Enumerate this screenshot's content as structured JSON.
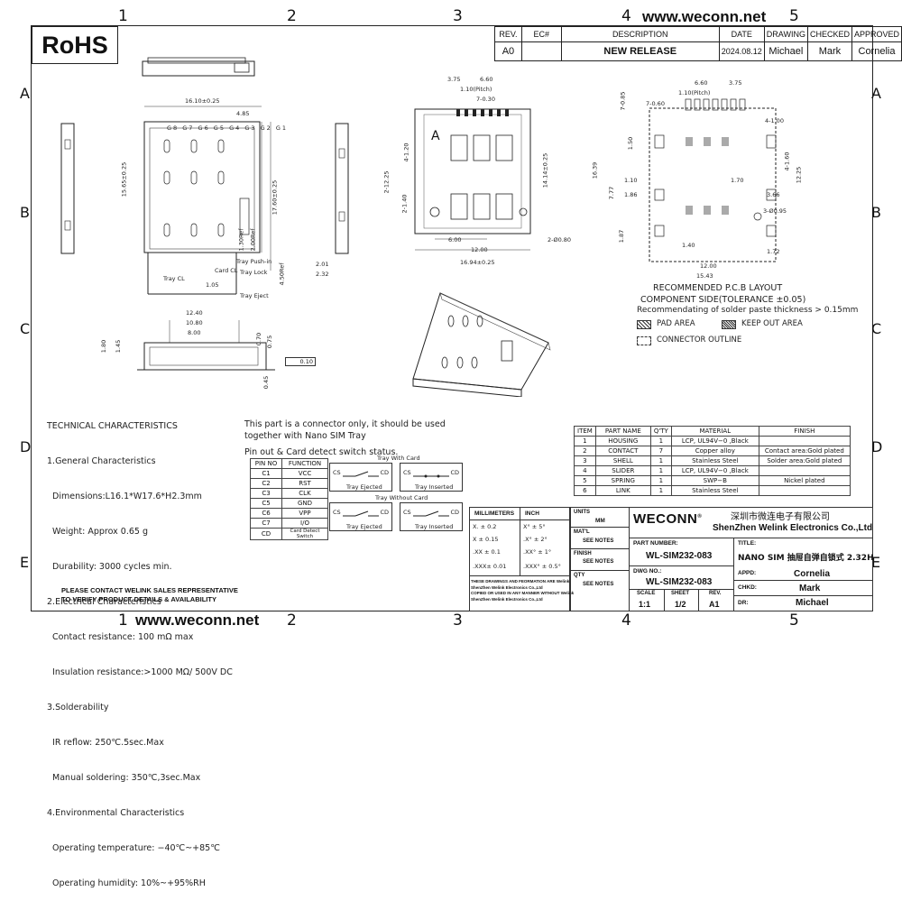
{
  "grid": {
    "cols": [
      "1",
      "2",
      "3",
      "4",
      "5"
    ],
    "rows": [
      "A",
      "B",
      "C",
      "D",
      "E"
    ]
  },
  "url": "www.weconn.net",
  "rohs": "RoHS",
  "revision_table": {
    "headers": [
      "REV.",
      "EC#",
      "DESCRIPTION",
      "DATE",
      "DRAWING",
      "CHECKED",
      "APPROVED"
    ],
    "row": [
      "A0",
      "",
      "NEW RELEASE",
      "2024.08.12",
      "Michael",
      "Mark",
      "Cornelia"
    ]
  },
  "dims": {
    "top": {
      "w": "16.10±0.25",
      "a": "4.85",
      "h": "15.65±0.25",
      "h2": "17.60±0.25",
      "r1": "1.30Ref",
      "r2": "2.00Ref",
      "r3": "4.50Ref",
      "b": "1.05",
      "pins": [
        "G8",
        "G7",
        "G6",
        "G5",
        "G4",
        "G3",
        "G2",
        "G1"
      ],
      "tp": "Tray Push-in",
      "tl": "Tray Lock",
      "te": "Tray Eject",
      "cl": "Tray CL",
      "ccl": "Card CL"
    },
    "side": {
      "a": "12.40",
      "b": "10.80",
      "c": "8.00",
      "d": "1.80",
      "e": "1.45",
      "f": "0.70",
      "g": "0.75",
      "h": "0.45",
      "flat": "0.10",
      "s1": "2.01",
      "s2": "2.32"
    },
    "front": {
      "a": "3.75",
      "b": "6.60",
      "c": "1.10(Pitch)",
      "d": "7-0.30",
      "e": "4-1.20",
      "f": "2-12.25",
      "g": "14.14±0.25",
      "h": "2-1.40",
      "i": "6.00",
      "j": "12.00",
      "k": "16.94±0.25",
      "l": "2-Ø0.80",
      "m": "A"
    },
    "pcb": {
      "a": "7-0.85",
      "b": "7-0.60",
      "c": "6.60",
      "d": "3.75",
      "e": "1.10(Pitch)",
      "f": "4-1.00",
      "g": "1.50",
      "h": "16.39",
      "i": "7.77",
      "j": "1.10",
      "k": "1.86",
      "l": "1.70",
      "m": "3.66",
      "n": "4-1.60",
      "o": "12.25",
      "p": "3-Ø0.95",
      "q": "1.87",
      "r": "1.40",
      "s": "1.72",
      "t": "12.00",
      "u": "15.43"
    }
  },
  "layout_notes": {
    "title": "RECOMMENDED P.C.B LAYOUT",
    "sub": "COMPONENT SIDE(TOLERANCE ±0.05)",
    "note": "Recommendating of  solder paste thickness > 0.15mm",
    "legend_pad": "PAD AREA",
    "legend_keep": "KEEP OUT AREA",
    "legend_outline": "CONNECTOR OUTLINE"
  },
  "tech": [
    "TECHNICAL CHARACTERISTICS",
    "1.General Characteristics",
    "  Dimensions:L16.1*W17.6*H2.3mm",
    "  Weight: Approx 0.65 g",
    "  Durability: 3000 cycles min.",
    "2.Electrical Characteristics",
    "  Contact resistance: 100 mΩ max",
    "  Insulation resistance:>1000 MΩ/ 500V DC",
    "3.Solderability",
    "  IR reflow: 250℃.5sec.Max",
    "  Manual soldering: 350℃,3sec.Max",
    "4.Environmental Characteristics",
    "  Operating temperature: −40℃~+85℃",
    "  Operating humidity: 10%~+95%RH"
  ],
  "contact_note": [
    "PLEASE CONTACT WELINK SALES REPRESENTATIVE",
    "TO VERIFY PRODUCT DETAILS & AVAILABILITY"
  ],
  "connector_note": [
    "This part is a connector only, it should be used",
    "together with Nano SIM Tray",
    "Pin out & Card detect switch status."
  ],
  "pin_table": {
    "headers": [
      "PIN NO",
      "FUNCTION"
    ],
    "rows": [
      [
        "C1",
        "VCC"
      ],
      [
        "C2",
        "RST"
      ],
      [
        "C3",
        "CLK"
      ],
      [
        "C5",
        "GND"
      ],
      [
        "C6",
        "VPP"
      ],
      [
        "C7",
        "I/O"
      ],
      [
        "CD",
        "Card Detect Switch"
      ]
    ]
  },
  "switch": {
    "with": "Tray With Card",
    "without": "Tray Without Card",
    "ejected": "Tray Ejected",
    "inserted": "Tray Inserted",
    "cs": "CS",
    "cd": "CD"
  },
  "bom": {
    "headers": [
      "ITEM",
      "PART NAME",
      "Q'TY",
      "MATERIAL",
      "FINISH"
    ],
    "rows": [
      [
        "1",
        "HOUSING",
        "1",
        "LCP, UL94V−0 ,Black",
        ""
      ],
      [
        "2",
        "CONTACT",
        "7",
        "Copper alloy",
        "Contact area:Gold plated"
      ],
      [
        "3",
        "SHELL",
        "1",
        "Stainless Steel",
        "Solder area:Gold plated"
      ],
      [
        "4",
        "SLIDER",
        "1",
        "LCP, UL94V−0 ,Black",
        ""
      ],
      [
        "5",
        "SPRING",
        "1",
        "SWP−B",
        "Nickel plated"
      ],
      [
        "6",
        "LINK",
        "1",
        "Stainless Steel",
        ""
      ]
    ]
  },
  "tolerance": {
    "h1": "MILLIMETERS",
    "h2": "INCH",
    "rows": [
      [
        "X.  ± 0.2",
        "X°  ± 5°"
      ],
      [
        "X  ± 0.15",
        ".X°  ± 2°"
      ],
      [
        ".XX ± 0.1",
        ".XX°  ± 1°"
      ],
      [
        ".XXX± 0.01",
        ".XXX°  ± 0.5°"
      ]
    ],
    "note": [
      "THESE DRAWINGS AND FEORMATION  ARE Welink",
      "ShenZhen Welink Electronics Co.,Ltd",
      "COPIED OR USED IN ANY MANNER WITHOUT Welink",
      "ShenZhen Welink Electronics Co.,Ltd"
    ]
  },
  "title_block": {
    "units": "UNITS",
    "mm": "MM",
    "matl": "MAT'L",
    "finish": "FINISH",
    "qty": "QTY",
    "see": "SEE NOTES",
    "logo": "WECONN",
    "cn_name": "深圳市微连电子有限公司",
    "en_name": "ShenZhen Welink Electronics Co.,Ltd",
    "part_label": "PART NUMBER:",
    "part": "WL-SIM232-083",
    "dwg_label": "DWG NO.:",
    "dwg": "WL-SIM232-083",
    "title_label": "TITLE:",
    "title": "NANO SIM 抽屉自弹自锁式 2.32H",
    "scale_l": "SCALE",
    "scale": "1:1",
    "sheet_l": "SHEET",
    "sheet": "1/2",
    "rev_l": "REV.",
    "rev": "A1",
    "appd_l": "APPD:",
    "appd": "Cornelia",
    "chkd_l": "CHKD:",
    "chkd": "Mark",
    "dr_l": "DR:",
    "dr": "Michael"
  }
}
